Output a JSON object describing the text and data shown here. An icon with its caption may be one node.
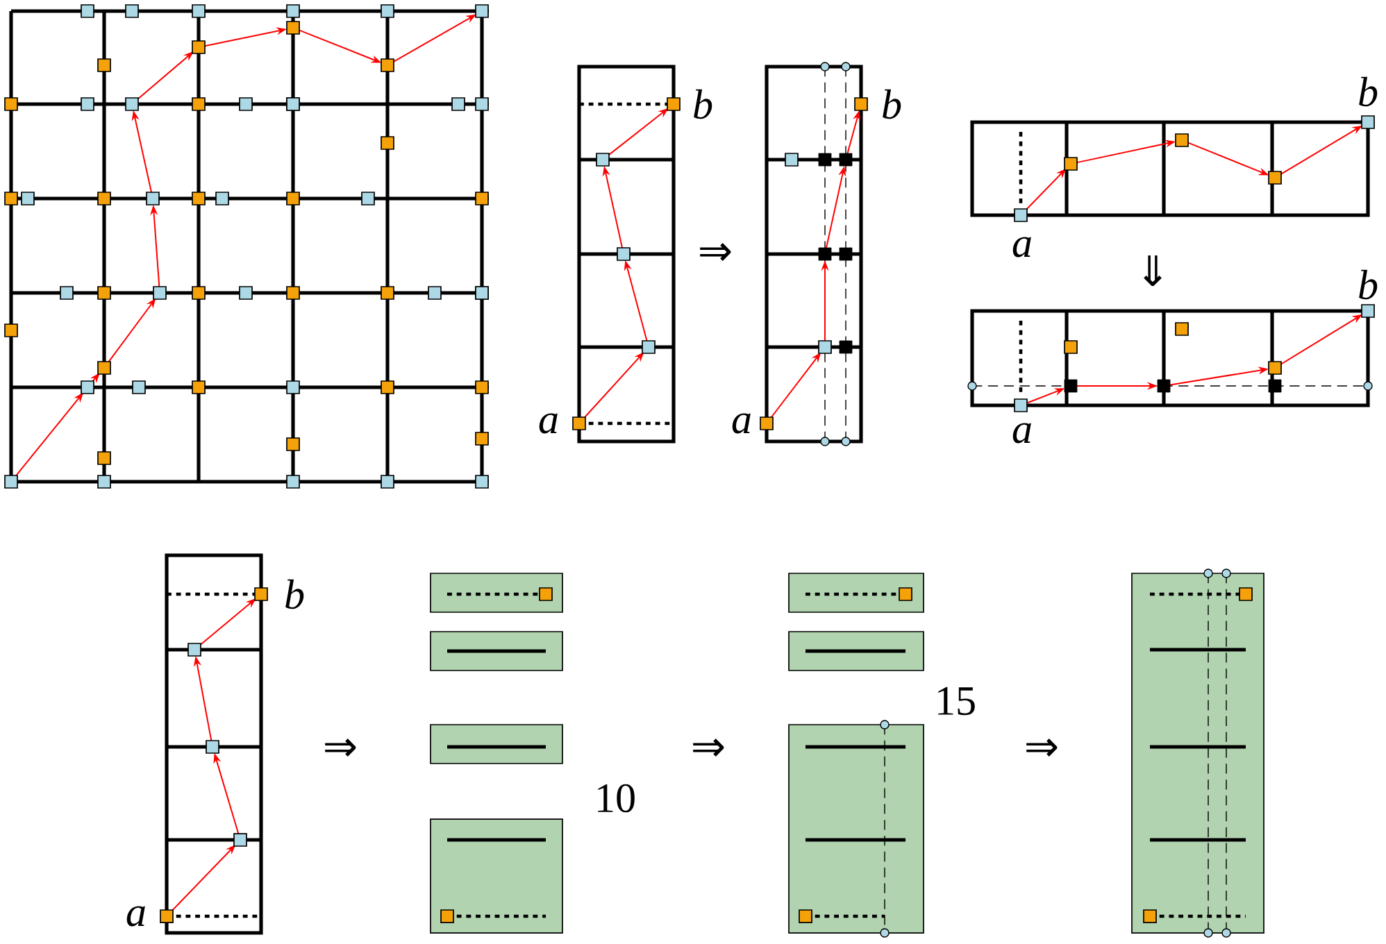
{
  "diagram": {
    "labels": [
      "b",
      "a",
      "⇒",
      "b",
      "a",
      "b",
      "a",
      "⇓",
      "b",
      "a",
      "b",
      "a",
      "⇒",
      "10",
      "⇒",
      "15",
      "⇒"
    ]
  }
}
